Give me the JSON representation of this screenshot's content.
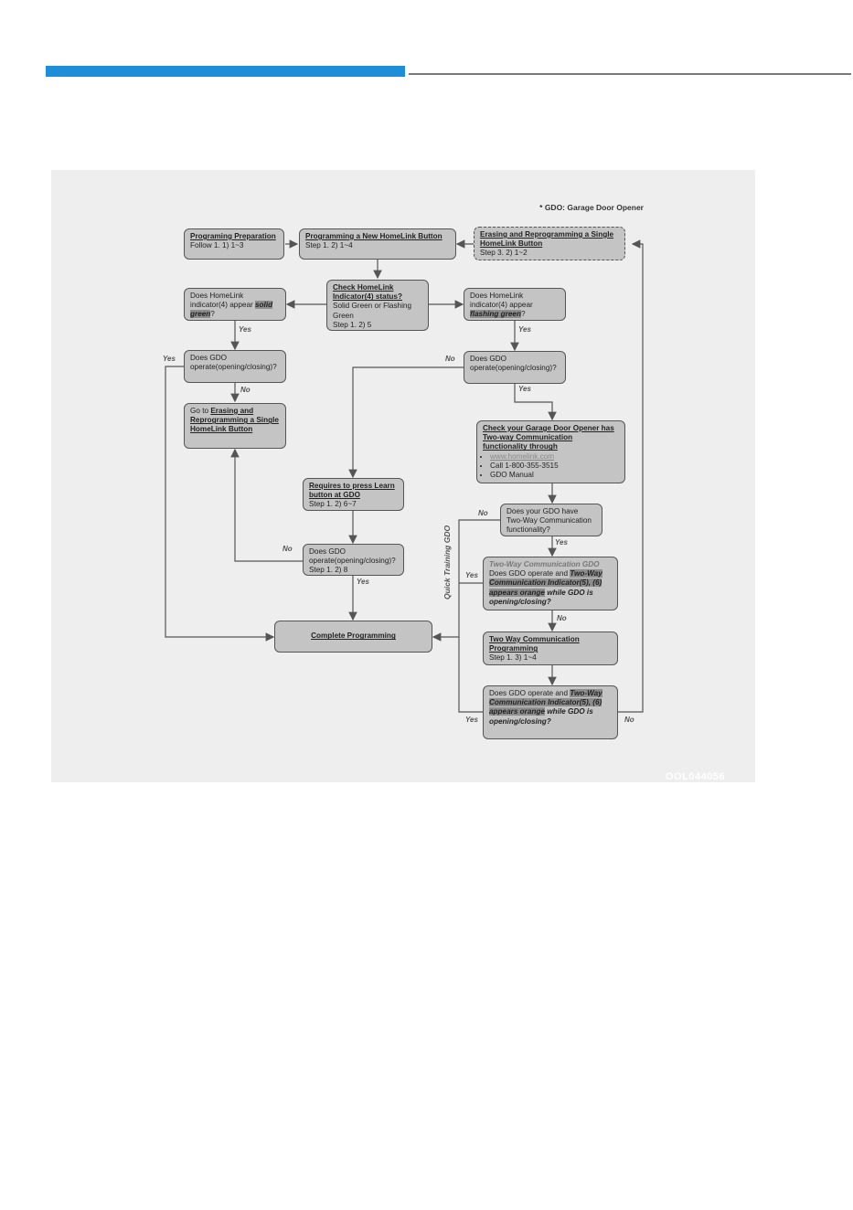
{
  "header": {
    "accent": "#1f8ed8"
  },
  "figure": {
    "note": "* GDO: Garage Door Opener",
    "code": "OOL044056",
    "nodes": {
      "prep": {
        "title": "Programing Preparation",
        "sub": "Follow 1. 1) 1~3"
      },
      "prog_new": {
        "title": "Programming a New HomeLink Button",
        "sub": "Step 1. 2) 1~4"
      },
      "erase": {
        "title": "Erasing and Reprogramming a Single HomeLink Button",
        "sub": "Step 3. 2) 1~2"
      },
      "check": {
        "title": "Check HomeLink Indicator(4) status?",
        "sub1": "Solid Green or Flashing Green",
        "sub2": "Step 1. 2) 5"
      },
      "solid": {
        "pre": "Does HomeLink indicator(4) appear ",
        "hl": "solid green",
        "post": "?"
      },
      "flash": {
        "pre": "Does HomeLink indicator(4) appear ",
        "hl": "flashing green",
        "post": "?"
      },
      "gdo_left": {
        "text": "Does GDO operate(opening/closing)?"
      },
      "gdo_right": {
        "text": "Does GDO operate(opening/closing)?"
      },
      "goto": {
        "pre": "Go to ",
        "link": "Erasing and Reprogramming a Single HomeLink Button"
      },
      "learn": {
        "title": "Requires to press Learn button at GDO",
        "sub": "Step 1. 2) 6~7"
      },
      "gdo_mid": {
        "text": "Does GDO operate(opening/closing)?",
        "sub": "Step 1. 2) 8"
      },
      "check_two": {
        "title": "Check your Garage Door Opener has Two-way Communication functionality through",
        "items": [
          "www.homelink.com",
          "Call 1-800-355-3515",
          "GDO Manual"
        ]
      },
      "have_two": {
        "text": "Does your GDO have Two-Way Communication functionality?"
      },
      "two_way_q": {
        "head": "Two-Way Communication GDO",
        "pre": "Does GDO operate and ",
        "hl": "Two-Way Communication Indicator(5), (6) appears orange",
        "post": " while GDO is opening/closing?"
      },
      "two_prog": {
        "title": "Two Way Communication Programming",
        "sub": "Step 1. 3) 1~4"
      },
      "final_q": {
        "pre": "Does GDO operate and ",
        "hl": "Two-Way Communication Indicator(5), (6) appears orange",
        "post": " while GDO is opening/closing?"
      },
      "complete": {
        "title": "Complete Programming"
      }
    },
    "labels": {
      "yes": "Yes",
      "no": "No",
      "quick": "Quick Training GDO"
    }
  }
}
